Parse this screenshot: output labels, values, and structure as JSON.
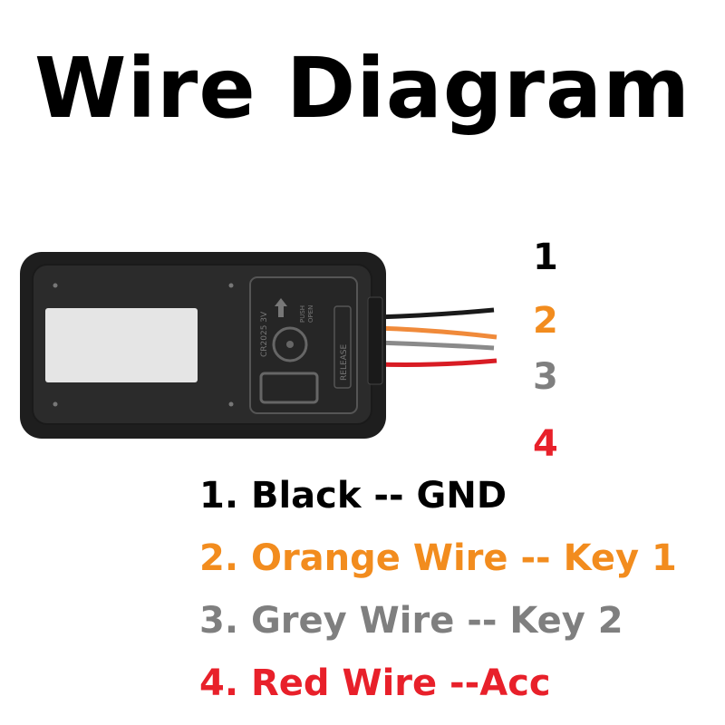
{
  "title": "Wire Diagram",
  "colors": {
    "black": "#000000",
    "orange": "#f28c1e",
    "grey": "#7f7f7f",
    "red": "#e8202a"
  },
  "device_label": {
    "cell": "CR2025 3V",
    "open": "OPEN",
    "push": "PUSH",
    "release": "RELEASE"
  },
  "wire_numbers": [
    "1",
    "2",
    "3",
    "4"
  ],
  "legend": [
    "1. Black -- GND",
    "2. Orange Wire -- Key 1",
    "3. Grey Wire -- Key 2",
    "4. Red Wire --Acc"
  ]
}
